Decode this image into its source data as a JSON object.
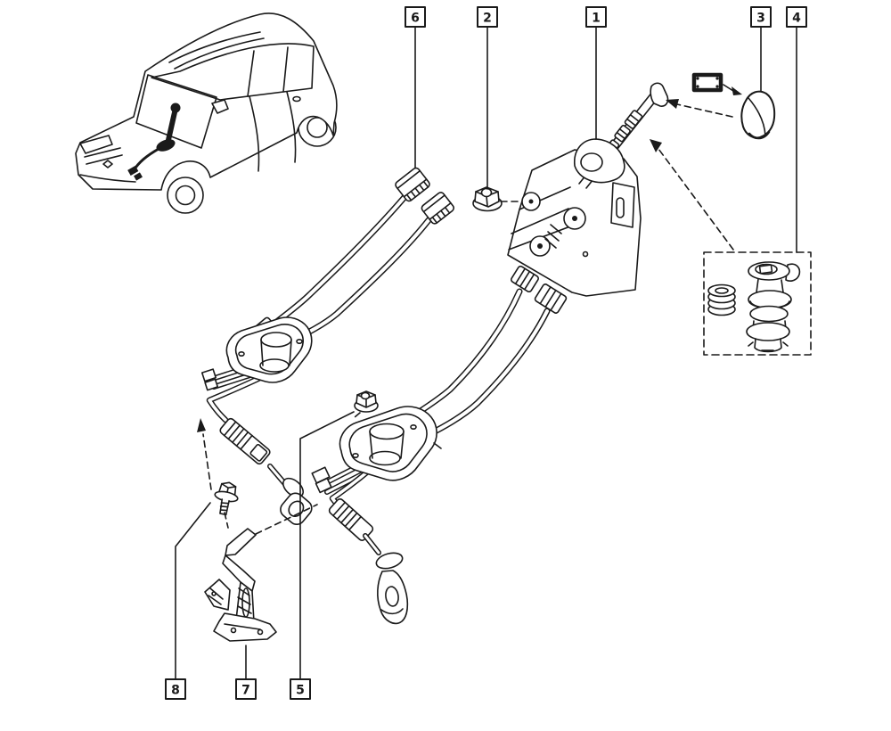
{
  "colors": {
    "line": "#1a1a1a",
    "background": "#ffffff"
  },
  "callouts": [
    {
      "label": "6",
      "part": "cable-end-connectors"
    },
    {
      "label": "2",
      "part": "hex-flange-nut-upper"
    },
    {
      "label": "1",
      "part": "gear-shift-lever-assembly"
    },
    {
      "label": "3",
      "part": "gear-shift-knob"
    },
    {
      "label": "4",
      "part": "lever-bushing-repair-kit"
    },
    {
      "label": "8",
      "part": "mounting-bolt"
    },
    {
      "label": "7",
      "part": "support-bracket"
    },
    {
      "label": "5",
      "part": "hex-flange-nut-lower"
    }
  ]
}
